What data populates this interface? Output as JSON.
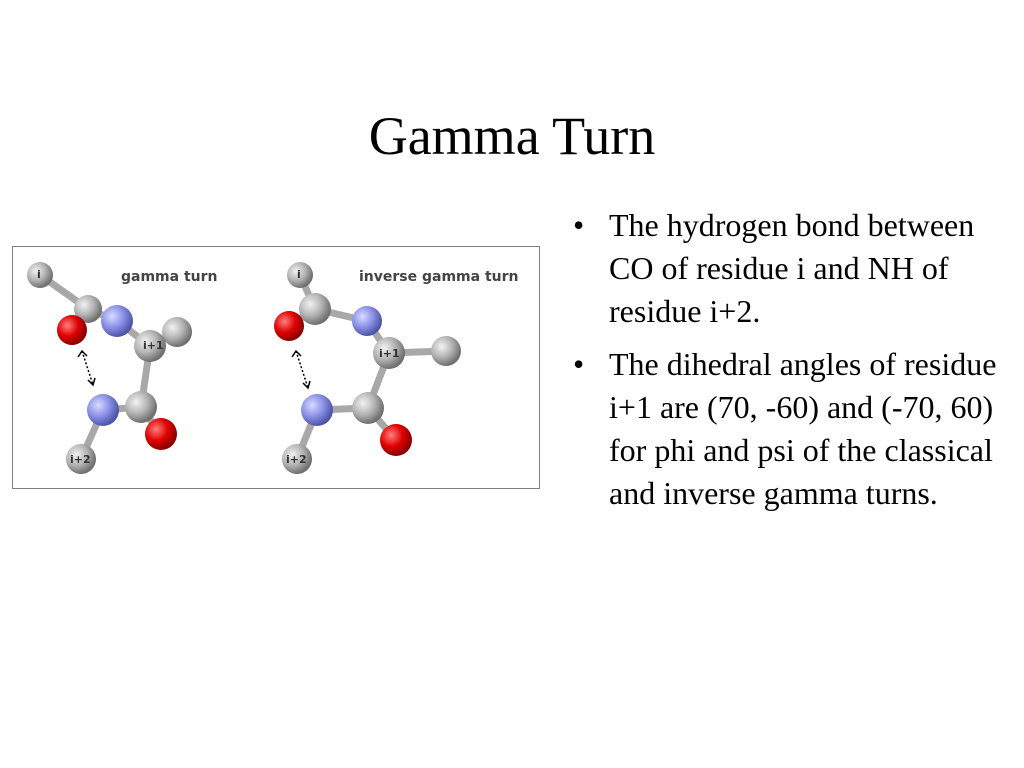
{
  "slide": {
    "title": "Gamma Turn"
  },
  "figure": {
    "left_panel": {
      "label": "gamma turn",
      "atom_labels": [
        "i",
        "i+1",
        "i+2"
      ]
    },
    "right_panel": {
      "label": "inverse gamma turn",
      "atom_labels": [
        "i",
        "i+1",
        "i+2"
      ]
    },
    "colors": {
      "oxygen": "#e00000",
      "nitrogen": "#8a90e6",
      "carbon": "#b4b4b4",
      "bond": "#a8a8a8"
    }
  },
  "bullets": [
    {
      "mark": "•",
      "text": "The hydrogen bond between CO of residue i and NH of residue i+2."
    },
    {
      "mark": "•",
      "text": "The dihedral angles of residue i+1 are (70, -60) and (-70, 60) for phi and psi of the classical and inverse gamma turns."
    }
  ]
}
